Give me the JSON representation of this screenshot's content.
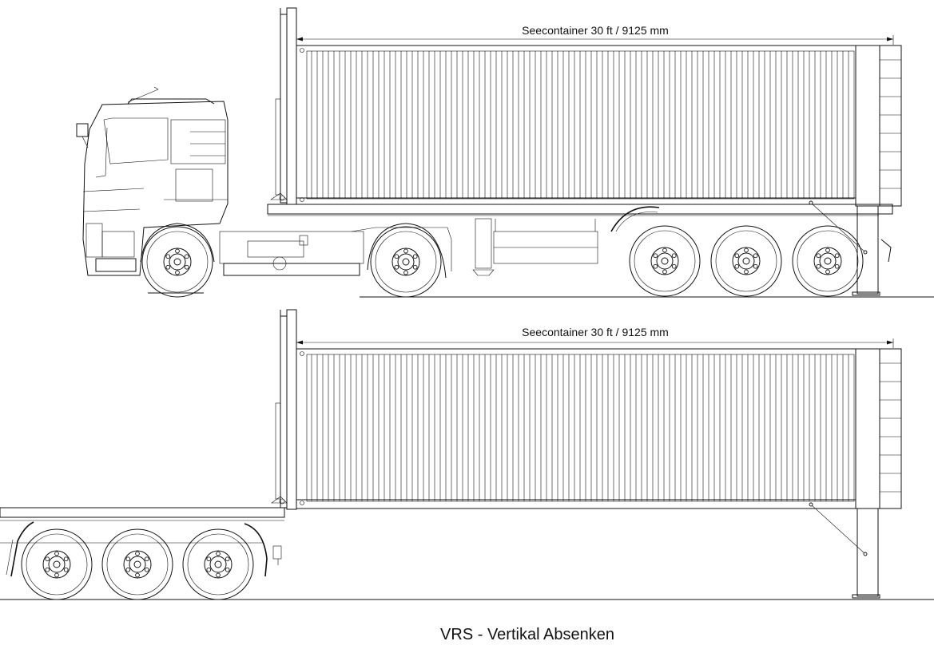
{
  "top_view": {
    "dimension_label": "Seecontainer 30 ft / 9125 mm"
  },
  "bottom_view": {
    "dimension_label": "Seecontainer 30 ft / 9125 mm"
  },
  "caption": "VRS - Vertikal Absenken"
}
